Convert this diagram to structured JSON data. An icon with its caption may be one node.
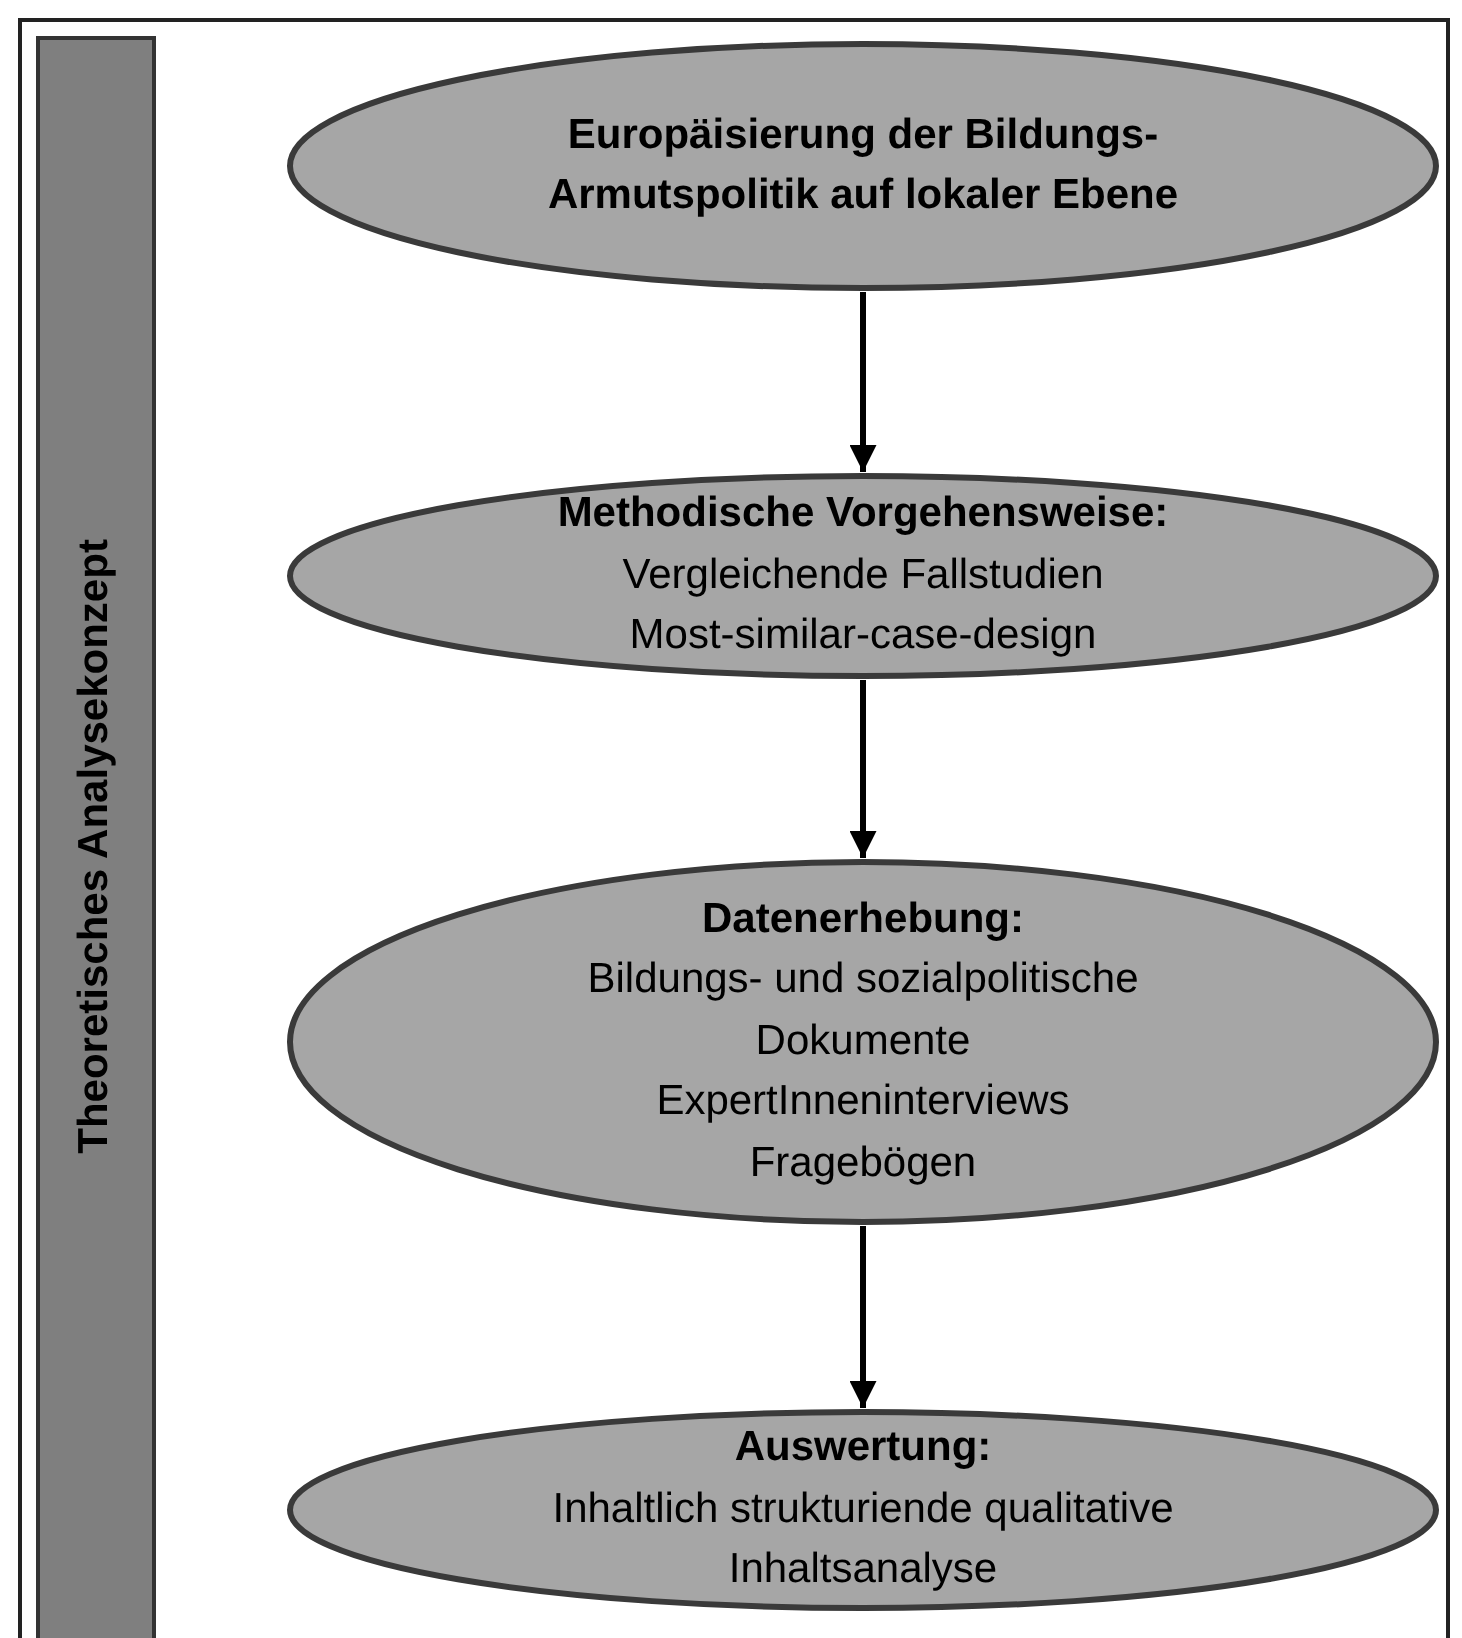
{
  "diagram": {
    "nodes": [
      {
        "text": [
          "Theoretisches Analysekonzept"
        ]
      },
      {
        "text": [
          "Europäisierung der Bildungs-Armutspolitik auf lokaler Ebene"
        ]
      },
      {
        "text": [
          "Methodische Vorgehensweise:",
          "Vergleichende Fallstudien",
          "Most-similar-case-design"
        ]
      },
      {
        "text": [
          "Datenerhebung:",
          "Bildungs- und sozialpolitische Dokumente",
          "ExpertInneninterviews",
          "Fragebögen"
        ]
      },
      {
        "text": [
          "Auswertung:",
          "Inhaltlich strukturiende qualitative Inhaltsanalyse"
        ]
      }
    ],
    "edges": [
      {
        "from": 1,
        "to": 2,
        "arrow": "to"
      },
      {
        "from": 2,
        "to": 3,
        "arrow": "to"
      },
      {
        "from": 3,
        "to": 4,
        "arrow": "to"
      }
    ]
  }
}
